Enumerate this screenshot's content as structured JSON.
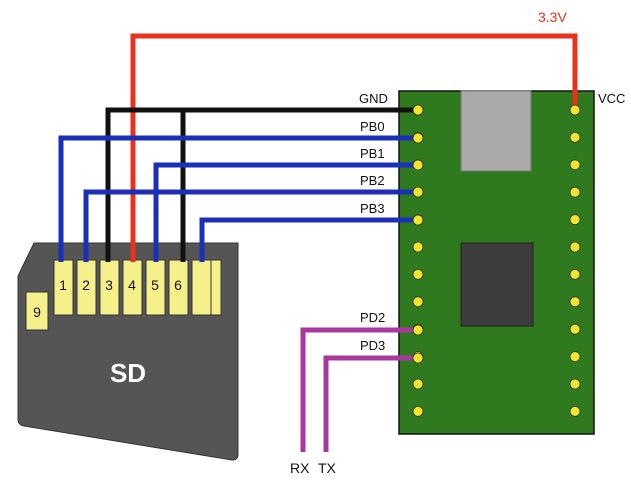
{
  "colors": {
    "power": "#e8321c",
    "ground": "#111111",
    "data": "#1b2fb8",
    "serial": "#a8379e",
    "board": "#2f7a1e",
    "pad": "#f2e52a",
    "sd_card": "#555555",
    "sd_contact": "#f6f08a",
    "chip": "#3c3c3c",
    "crystal": "#aaaaaa"
  },
  "power_label": "3.3V",
  "board": {
    "pin_labels": {
      "gnd": "GND",
      "pb0": "PB0",
      "pb1": "PB1",
      "pb2": "PB2",
      "pb3": "PB3",
      "pd2": "PD2",
      "pd3": "PD3",
      "vcc": "VCC"
    }
  },
  "serial": {
    "rx": "RX",
    "tx": "TX"
  },
  "sd_card": {
    "label": "SD",
    "pins": [
      "1",
      "2",
      "3",
      "4",
      "5",
      "6",
      "",
      "9"
    ]
  }
}
